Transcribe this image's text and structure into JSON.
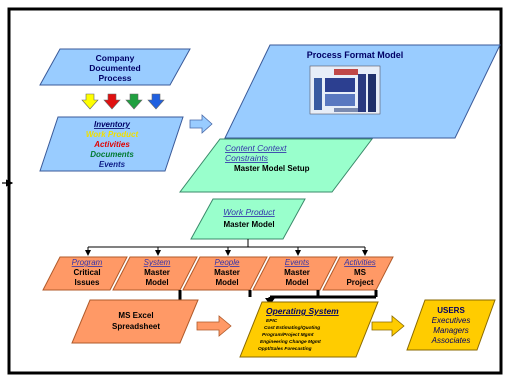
{
  "company": {
    "line1": "Company",
    "line2": "Documented",
    "line3": "Process"
  },
  "inventory": {
    "title": "Inventory",
    "items": [
      {
        "label": "Work Product",
        "color": "#f0e000"
      },
      {
        "label": "Activities",
        "color": "#e00000"
      },
      {
        "label": "Documents",
        "color": "#007a30"
      },
      {
        "label": "Events",
        "color": "#10208a"
      }
    ]
  },
  "arrow_colors": [
    "#ffff00",
    "#e01010",
    "#20a040",
    "#2060e0"
  ],
  "process_format": {
    "title": "Process Format  Model"
  },
  "content_context": {
    "line1": "Content  Context",
    "line2": "Constraints",
    "line3": "Master Model Setup"
  },
  "work_product": {
    "line1": "Work Product",
    "line2": "Master Model"
  },
  "models": [
    {
      "top": "Program",
      "l2": "Critical",
      "l3": "Issues"
    },
    {
      "top": "System",
      "l2": "Master",
      "l3": "Model"
    },
    {
      "top": "People",
      "l2": "Master",
      "l3": "Model"
    },
    {
      "top": "Events",
      "l2": "Master",
      "l3": "Model"
    },
    {
      "top": "Activities",
      "l2": "MS",
      "l3": "Project"
    }
  ],
  "ms_excel": {
    "line1": "MS Excel",
    "line2": "Spreadsheet"
  },
  "operating_system": {
    "title": "Operating System",
    "items": [
      "EPIC",
      "Cost Estimating/Quoting",
      "Program/Project Mgmt",
      "Engineering Change Mgmt",
      "Oppt/Sales Forecasting"
    ]
  },
  "users": {
    "title": "USERS",
    "items": [
      "Executives",
      "Managers",
      "Associates"
    ]
  },
  "colors": {
    "blue_fill": "#99ccff",
    "teal_fill": "#99ffcc",
    "salmon_fill": "#ff9966",
    "yellow_fill": "#ffcc00",
    "underline_blue": "#3333aa"
  }
}
